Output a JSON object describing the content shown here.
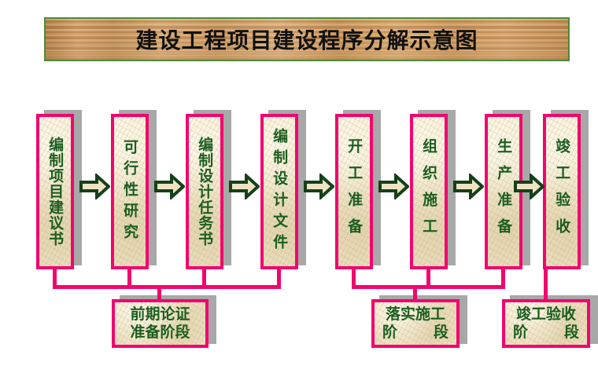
{
  "title": {
    "text": "建设工程项目建设程序分解示意图"
  },
  "colors": {
    "box_border": "#F2056F",
    "box_fill": "#EFE3C4",
    "text": "#1B5E20",
    "shadow": "#A8A8A8",
    "banner_border": "#4E8B3A",
    "banner_fill": "#C8915A",
    "connector": "#F2056F",
    "arrow_outline": "#14401A"
  },
  "flow": {
    "steps": [
      {
        "id": "step-1",
        "label": "编制项目建议书"
      },
      {
        "id": "step-2",
        "label": "可行性研究"
      },
      {
        "id": "step-3",
        "label": "编制设计任务书"
      },
      {
        "id": "step-4",
        "label": "编制设计文件"
      },
      {
        "id": "step-5",
        "label": "开工准备"
      },
      {
        "id": "step-6",
        "label": "组织施工"
      },
      {
        "id": "step-7",
        "label": "生产准备"
      },
      {
        "id": "step-8",
        "label": "竣工验收"
      }
    ],
    "arrows": [
      {
        "id": "arrow-1",
        "name": "arrow-step1-to-step2"
      },
      {
        "id": "arrow-2",
        "name": "arrow-step2-to-step3"
      },
      {
        "id": "arrow-3",
        "name": "arrow-step3-to-step4"
      },
      {
        "id": "arrow-4",
        "name": "arrow-step4-to-step5"
      },
      {
        "id": "arrow-5",
        "name": "arrow-step5-to-step6"
      },
      {
        "id": "arrow-6",
        "name": "arrow-step6-to-step7"
      },
      {
        "id": "arrow-7",
        "name": "arrow-step7-to-step8"
      }
    ]
  },
  "phases": [
    {
      "id": "phase-1",
      "line1": "前期论证",
      "line2": "准备阶段",
      "line2_a": "准备阶段",
      "line2_b": "",
      "covers": [
        "step-1",
        "step-2",
        "step-3",
        "step-4"
      ]
    },
    {
      "id": "phase-2",
      "line1": "落实施工",
      "line2": "阶 段",
      "line2_a": "阶",
      "line2_b": "段",
      "covers": [
        "step-5",
        "step-6",
        "step-7"
      ]
    },
    {
      "id": "phase-3",
      "line1": "竣工验收",
      "line2": "阶 段",
      "line2_a": "阶",
      "line2_b": "段",
      "covers": [
        "step-8"
      ]
    }
  ]
}
